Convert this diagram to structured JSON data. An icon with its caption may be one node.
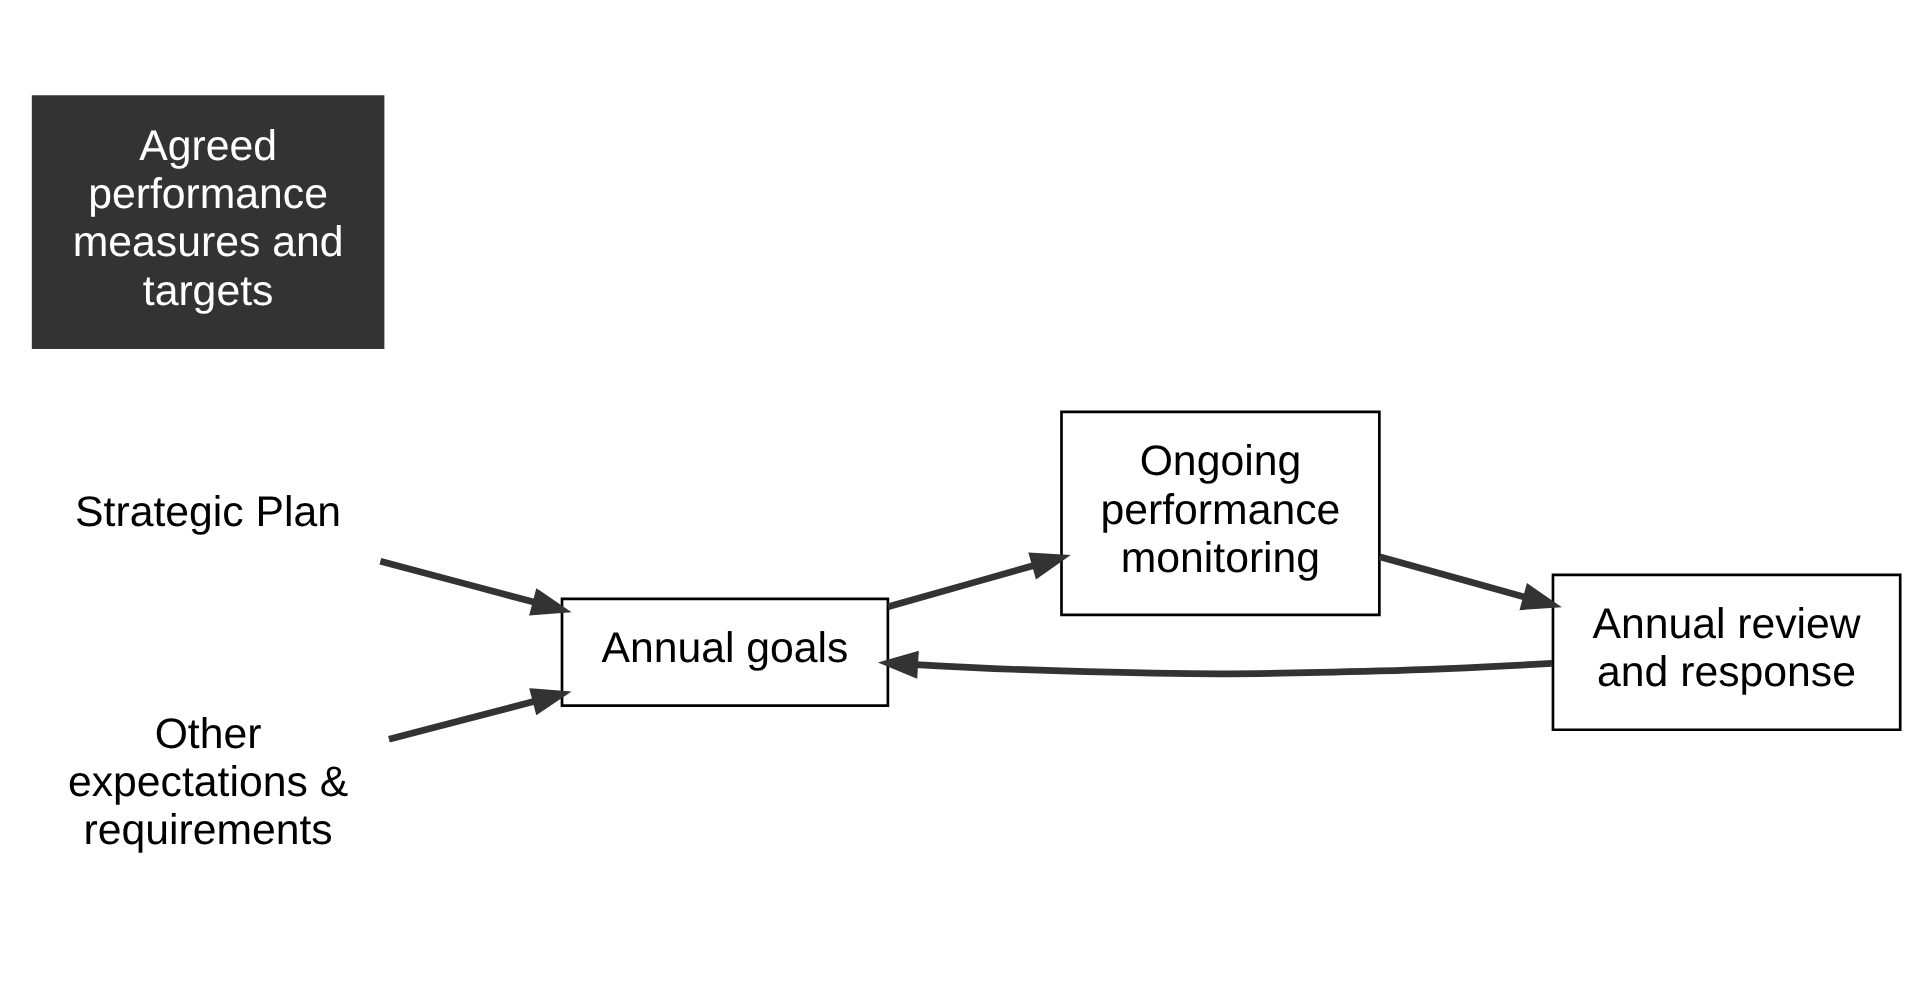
{
  "diagram": {
    "nodes": [
      {
        "text": [
          "Strategic Plan"
        ]
      },
      {
        "text": [
          "Other expectations & requirements"
        ]
      },
      {
        "text": [
          "Annual goals"
        ]
      },
      {
        "text": [
          "Ongoing performance monitoring"
        ]
      },
      {
        "text": [
          "Agreed performance measures and targets"
        ]
      },
      {
        "text": [
          "Annual review and response"
        ]
      }
    ],
    "edges": [
      {
        "from": 0,
        "to": 2,
        "arrow": "to"
      },
      {
        "from": 1,
        "to": 2,
        "arrow": "to"
      },
      {
        "from": 2,
        "to": 3,
        "arrow": "to"
      },
      {
        "from": 3,
        "to": 5,
        "arrow": "to"
      },
      {
        "from": 5,
        "to": 2,
        "arrow": "to"
      }
    ]
  }
}
